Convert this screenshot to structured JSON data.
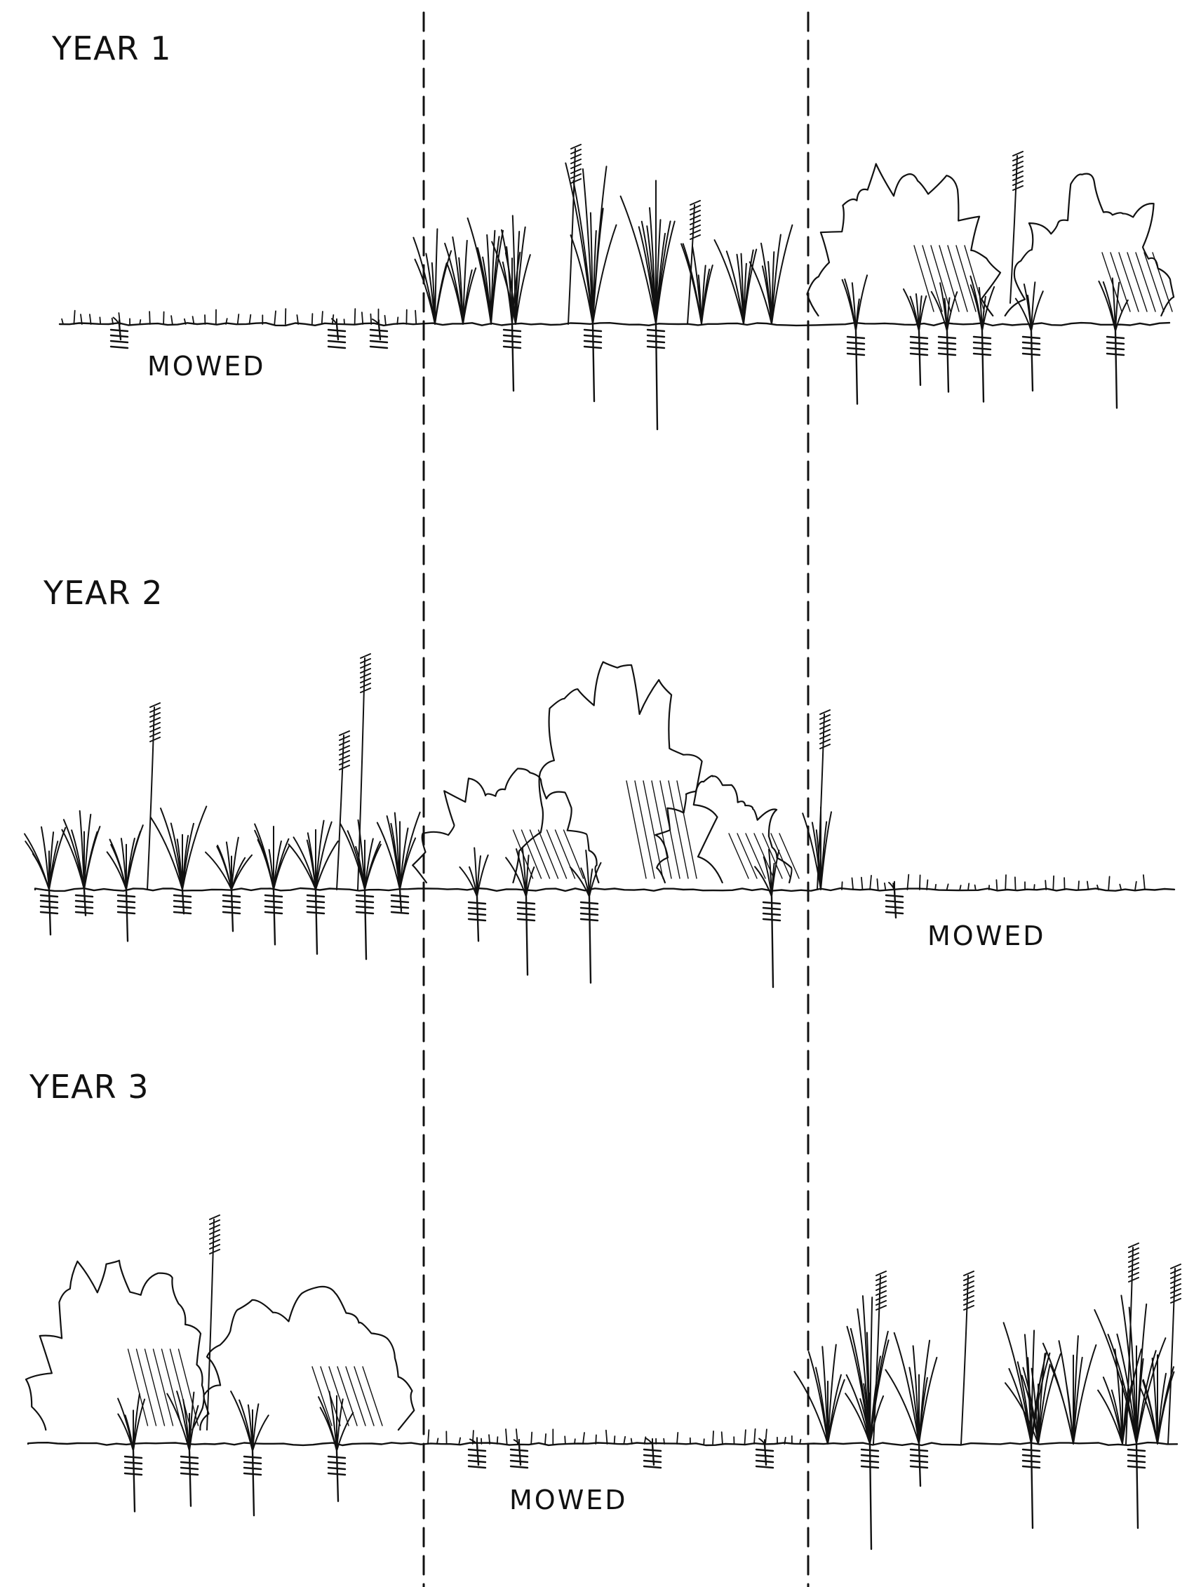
{
  "panels": [
    {
      "label": "YEAR 1",
      "mowed_label": "MOWED"
    },
    {
      "label": "YEAR 2",
      "mowed_label": "MOWED"
    },
    {
      "label": "YEAR 3",
      "mowed_label": "MOWED"
    }
  ],
  "colors": {
    "ink": "#111111",
    "paper": "#ffffff"
  }
}
